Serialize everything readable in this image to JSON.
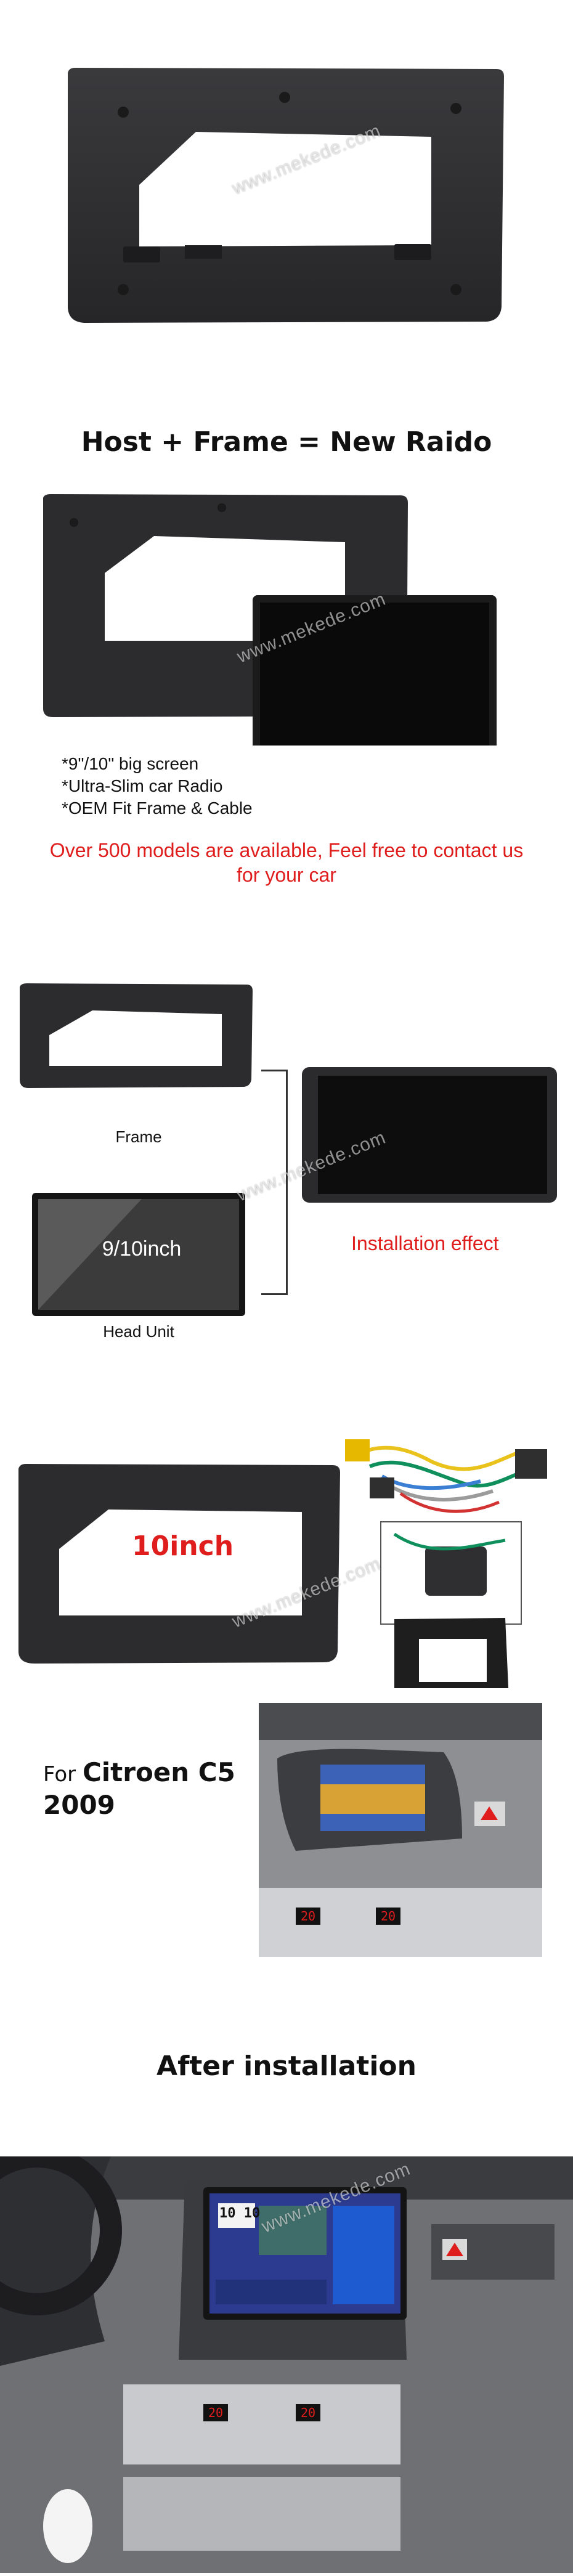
{
  "watermark": "www.mekede.com",
  "section2": {
    "title": "Host + Frame = New Raido",
    "bullets": [
      "*9\"/10\" big screen",
      "*Ultra-Slim car Radio",
      "*OEM Fit Frame & Cable"
    ],
    "notice": "Over 500 models are available,  Feel free to contact us for your car"
  },
  "section3": {
    "frame_label": "Frame",
    "head_unit_screen_text": "9/10inch",
    "head_unit_label": "Head Unit",
    "result_label": "Installation effect"
  },
  "section4": {
    "size_label": "10inch",
    "for_prefix": "For ",
    "model": "Citroen C5",
    "year": "2009",
    "climate_display_left": "20",
    "climate_display_right": "20"
  },
  "section5": {
    "title": "After installation",
    "screen_clock_h": "10",
    "screen_clock_m": "10",
    "climate_display_left": "20",
    "climate_display_right": "20"
  },
  "colors": {
    "frame": "#2f2f31",
    "accent_red": "#e01d1d",
    "screen": "#141414"
  }
}
